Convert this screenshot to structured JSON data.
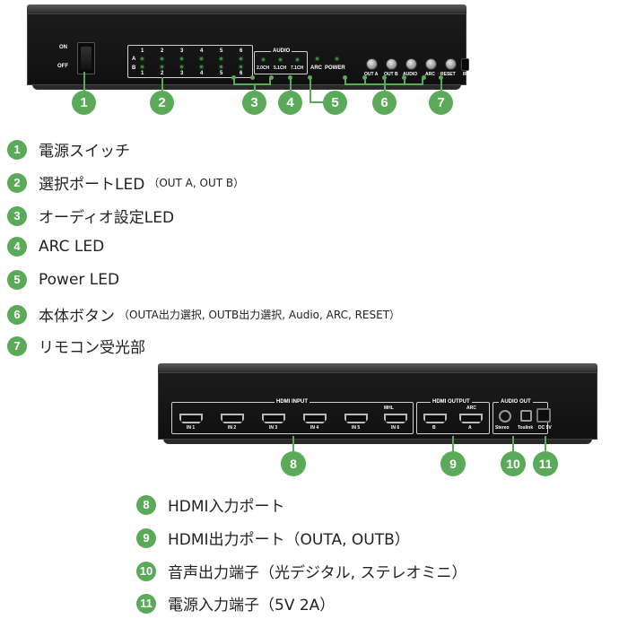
{
  "front_panel": {
    "on_label": "ON",
    "off_label": "OFF",
    "port_numbers": [
      "1",
      "2",
      "3",
      "4",
      "5",
      "6"
    ],
    "row_a": "A",
    "row_b": "B",
    "audio_title": "AUDIO",
    "audio_modes": [
      "2.0CH",
      "5.1CH",
      "7.1CH"
    ],
    "arc_label": "ARC",
    "power_label": "POWER",
    "buttons": [
      "OUT A",
      "OUT B",
      "AUDIO",
      "ARC",
      "RESET"
    ],
    "ir_label": "IR"
  },
  "front_callouts": [
    "1",
    "2",
    "3",
    "4",
    "5",
    "6",
    "7"
  ],
  "front_legend": [
    {
      "num": "1",
      "label": "電源スイッチ",
      "note": ""
    },
    {
      "num": "2",
      "label": "選択ポートLED",
      "note": "（OUT A, OUT B）"
    },
    {
      "num": "3",
      "label": "オーディオ設定LED",
      "note": ""
    },
    {
      "num": "4",
      "label": "ARC LED",
      "note": ""
    },
    {
      "num": "5",
      "label": "Power LED",
      "note": ""
    },
    {
      "num": "6",
      "label": "本体ボタン",
      "note": "（OUTA出力選択, OUTB出力選択, Audio, ARC, RESET）"
    },
    {
      "num": "7",
      "label": "リモコン受光部",
      "note": ""
    }
  ],
  "back_panel": {
    "hdmi_input_title": "HDMI INPUT",
    "inputs": [
      "IN 1",
      "IN 2",
      "IN 3",
      "IN 4",
      "IN 5",
      "IN 6"
    ],
    "mhl_label": "MHL",
    "hdmi_output_title": "HDMI OUTPUT",
    "outputs": [
      "B",
      "A"
    ],
    "output_arc": "ARC",
    "audio_out_title": "AUDIO OUT",
    "stereo_label": "Stereo",
    "toslink_label": "Toslink",
    "dc_label": "DC 5V"
  },
  "back_callouts": [
    "8",
    "9",
    "10",
    "11"
  ],
  "back_legend": [
    {
      "num": "8",
      "label": "HDMI入力ポート"
    },
    {
      "num": "9",
      "label": "HDMI出力ポート（OUTA, OUTB）"
    },
    {
      "num": "10",
      "label": "音声出力端子（光デジタル, ステレオミニ）"
    },
    {
      "num": "11",
      "label": "電源入力端子（5V 2A）"
    }
  ],
  "colors": {
    "accent_green": "#5aaa5a",
    "device_body": "#151515",
    "led_green": "#3a8f3a"
  }
}
